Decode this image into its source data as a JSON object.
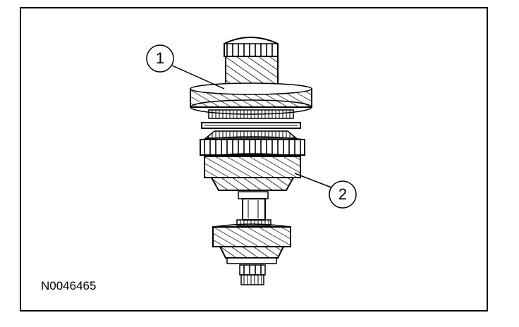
{
  "figure": {
    "id_text": "N0046465",
    "subject": "gear-shaft-assembly",
    "callouts": [
      {
        "label": "1"
      },
      {
        "label": "2"
      }
    ]
  },
  "colors": {
    "line": "#000000",
    "background": "#ffffff",
    "hatch": "#333333"
  }
}
